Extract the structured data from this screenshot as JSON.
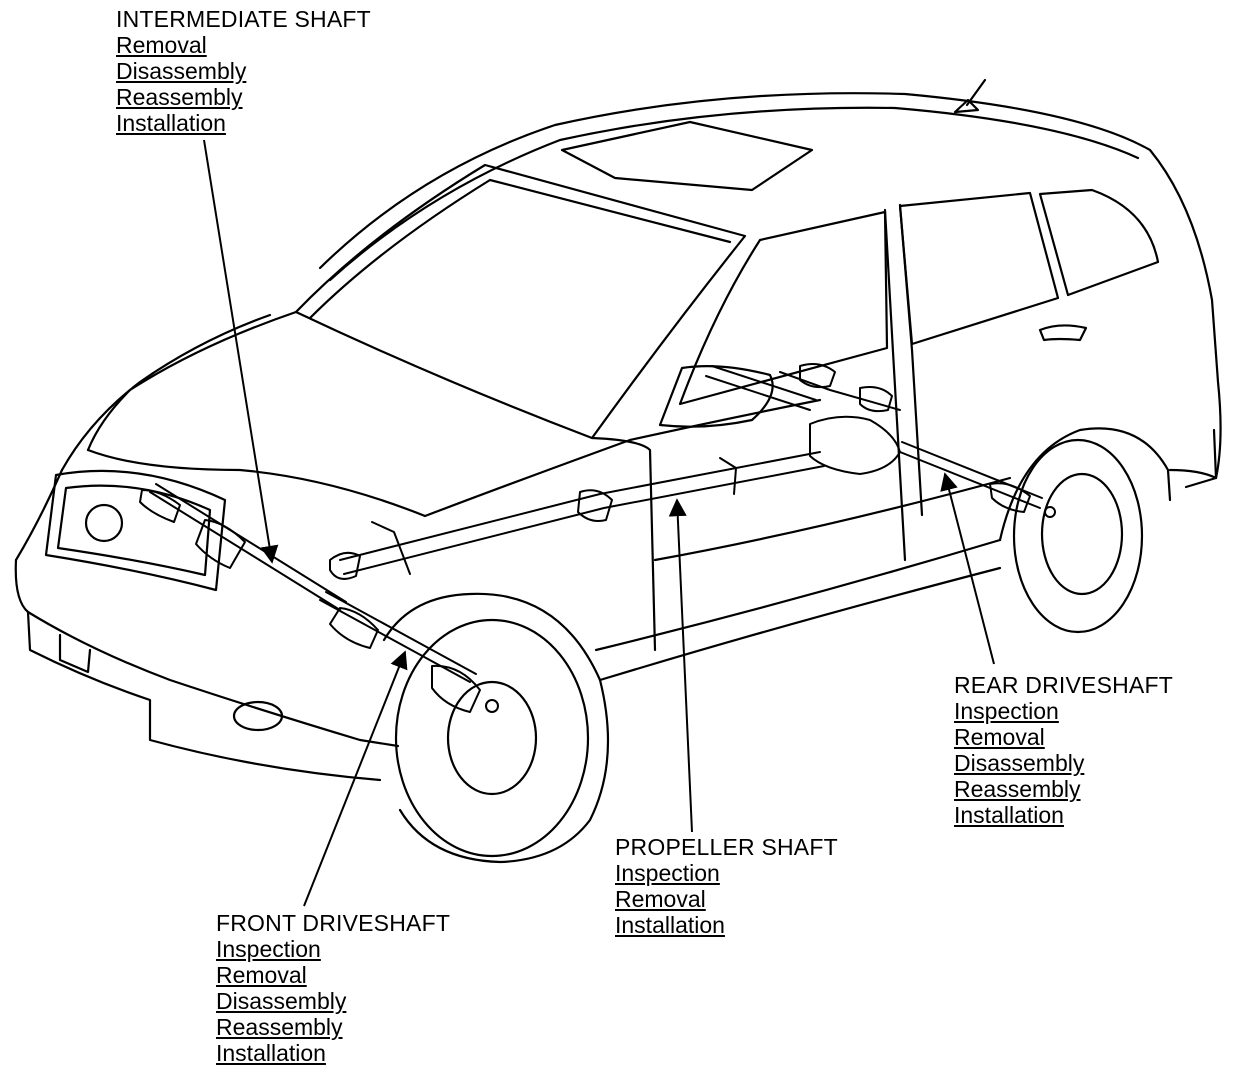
{
  "callouts": {
    "intermediate_shaft": {
      "title": "INTERMEDIATE SHAFT",
      "links": [
        "Removal",
        "Disassembly",
        "Reassembly",
        "Installation"
      ]
    },
    "front_driveshaft": {
      "title": "FRONT DRIVESHAFT",
      "links": [
        "Inspection",
        "Removal",
        "Disassembly",
        "Reassembly",
        "Installation"
      ]
    },
    "propeller_shaft": {
      "title": "PROPELLER SHAFT",
      "links": [
        "Inspection",
        "Removal",
        "Installation"
      ]
    },
    "rear_driveshaft": {
      "title": "REAR DRIVESHAFT",
      "links": [
        "Inspection",
        "Removal",
        "Disassembly",
        "Reassembly",
        "Installation"
      ]
    }
  },
  "colors": {
    "ink": "#000000",
    "background": "#ffffff"
  }
}
